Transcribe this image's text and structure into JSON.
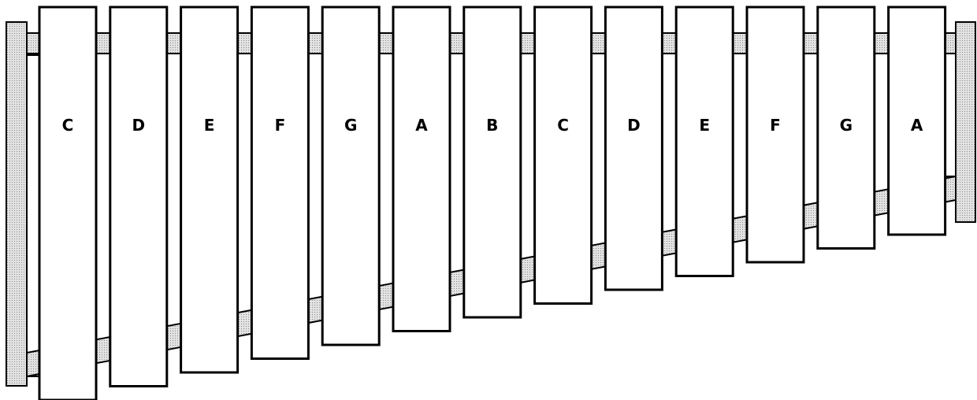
{
  "instrument": {
    "bars": [
      {
        "note": "C"
      },
      {
        "note": "D"
      },
      {
        "note": "E"
      },
      {
        "note": "F"
      },
      {
        "note": "G"
      },
      {
        "note": "A"
      },
      {
        "note": "B"
      },
      {
        "note": "C"
      },
      {
        "note": "D"
      },
      {
        "note": "E"
      },
      {
        "note": "F"
      },
      {
        "note": "G"
      },
      {
        "note": "A"
      }
    ]
  },
  "colors": {
    "outline": "#000000",
    "bar_fill": "#ffffff",
    "frame_fill": "#d9d9d9"
  }
}
